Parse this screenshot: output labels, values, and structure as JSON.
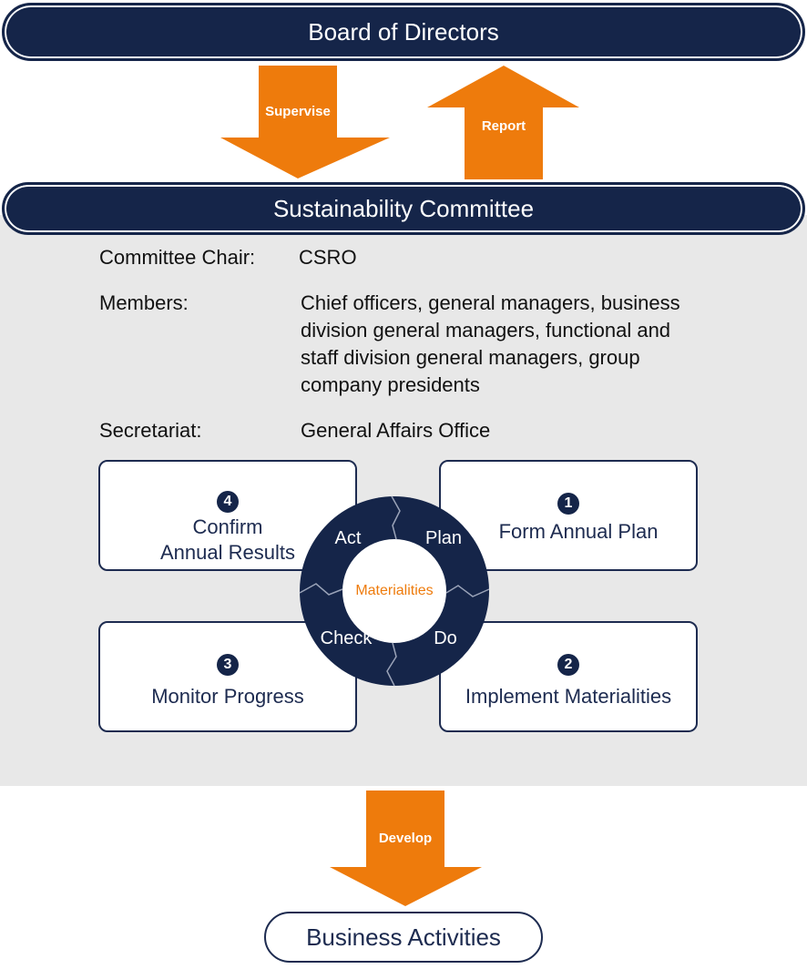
{
  "board": {
    "label": "Board of Directors"
  },
  "arrows": {
    "supervise": "Supervise",
    "report": "Report",
    "develop": "Develop"
  },
  "committee": {
    "label": "Sustainability Committee",
    "chair_label": "Committee Chair:",
    "chair_value": "CSRO",
    "members_label": "Members:",
    "members_lines": [
      "Chief officers, general managers, business",
      "division general managers, functional and",
      "staff division general managers, group",
      "company presidents"
    ],
    "secretariat_label": "Secretariat:",
    "secretariat_value": "General Affairs Office"
  },
  "cycle": {
    "center": "Materialities",
    "act": "Act",
    "plan": "Plan",
    "check": "Check",
    "do": "Do"
  },
  "steps": {
    "s1": {
      "num": "1",
      "label": "Form Annual Plan"
    },
    "s2": {
      "num": "2",
      "label": "Implement Materialities"
    },
    "s3": {
      "num": "3",
      "label": "Monitor Progress"
    },
    "s4": {
      "num": "4",
      "line1": "Confirm",
      "line2": "Annual Results"
    }
  },
  "business": {
    "label": "Business Activities"
  },
  "colors": {
    "navy": "#152549",
    "orange": "#ee7b0c",
    "panel": "#e8e8e8",
    "center_text": "#ee7b0c"
  }
}
